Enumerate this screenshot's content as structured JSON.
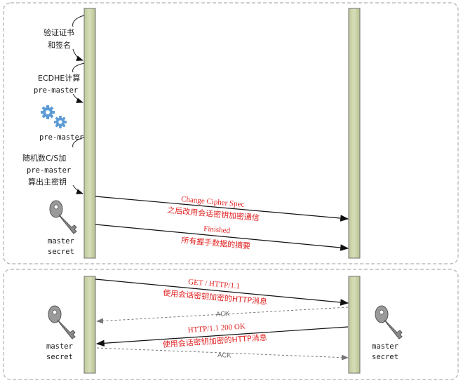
{
  "panel1": {
    "labels": {
      "verify_line1": "验证证书",
      "verify_line2": "和签名",
      "ecdhe_line1": "ECDHE计算",
      "ecdhe_line2": "pre-master",
      "premaster": "pre-master",
      "random_line1": "随机数C/S加",
      "random_line2": "pre-master",
      "random_line3": "算出主密钥",
      "master_line1": "master",
      "master_line2": "secret"
    },
    "messages": {
      "change_cipher_title": "Change Cipher Spec",
      "change_cipher_desc": "之后改用会话密钥加密通信",
      "finished_title": "Finished",
      "finished_desc": "所有握手数据的摘要"
    }
  },
  "panel2": {
    "messages": {
      "get_title": "GET / HTTP/1.1",
      "get_desc": "使用会话密钥加密的HTTP消息",
      "ack1": "ACK",
      "http_title": "HTTP/1.1 200 OK",
      "http_desc": "使用会话密钥加密的HTTP消息",
      "ack2": "ACK"
    },
    "left_key": {
      "line1": "master",
      "line2": "secret"
    },
    "right_key": {
      "line1": "master",
      "line2": "secret"
    }
  },
  "colors": {
    "lifeline": "#c8d2a8",
    "lifeline_border": "#707070",
    "message_text": "#e02020",
    "panel_border": "#b0b0b0",
    "gear": "#5b9bd5",
    "key": "#8a8a8a"
  },
  "icons": [
    "gear-icon",
    "key-icon"
  ]
}
